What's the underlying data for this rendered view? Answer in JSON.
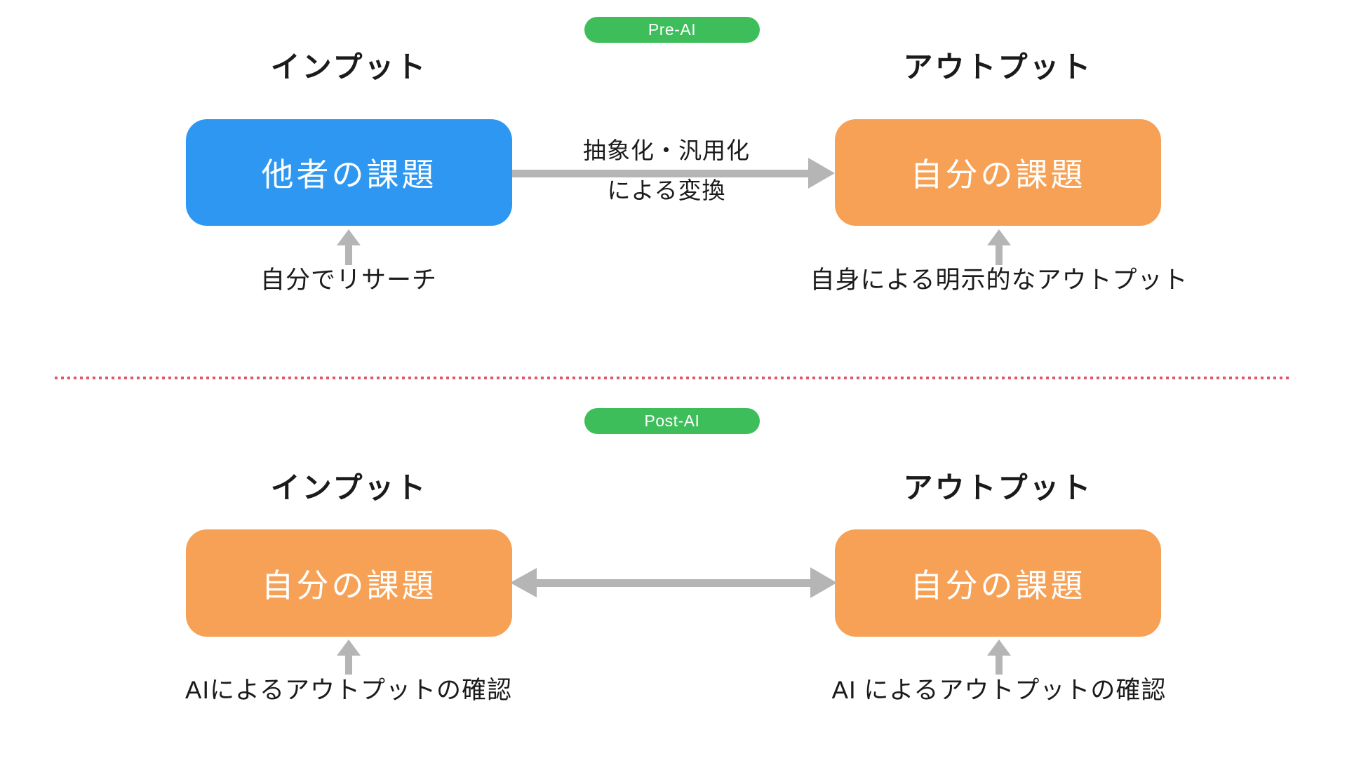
{
  "colors": {
    "blue_box": "#2D97F2",
    "orange_box": "#F6A155",
    "badge_green": "#3EBE5B",
    "arrow_gray": "#B5B5B5",
    "divider_red": "#E0566B",
    "text": "#1B1B1B",
    "box_text": "#FFFFFF"
  },
  "pre_ai": {
    "badge": "Pre-AI",
    "input_label": "インプット",
    "output_label": "アウトプット",
    "input_box": "他者の課題",
    "output_box": "自分の課題",
    "arrow_label_line1": "抽象化・汎用化",
    "arrow_label_line2": "による変換",
    "input_caption": "自分でリサーチ",
    "output_caption": "自身による明示的なアウトプット"
  },
  "post_ai": {
    "badge": "Post-AI",
    "input_label": "インプット",
    "output_label": "アウトプット",
    "input_box": "自分の課題",
    "output_box": "自分の課題",
    "input_caption": "AIによるアウトプットの確認",
    "output_caption": "AI によるアウトプットの確認"
  }
}
